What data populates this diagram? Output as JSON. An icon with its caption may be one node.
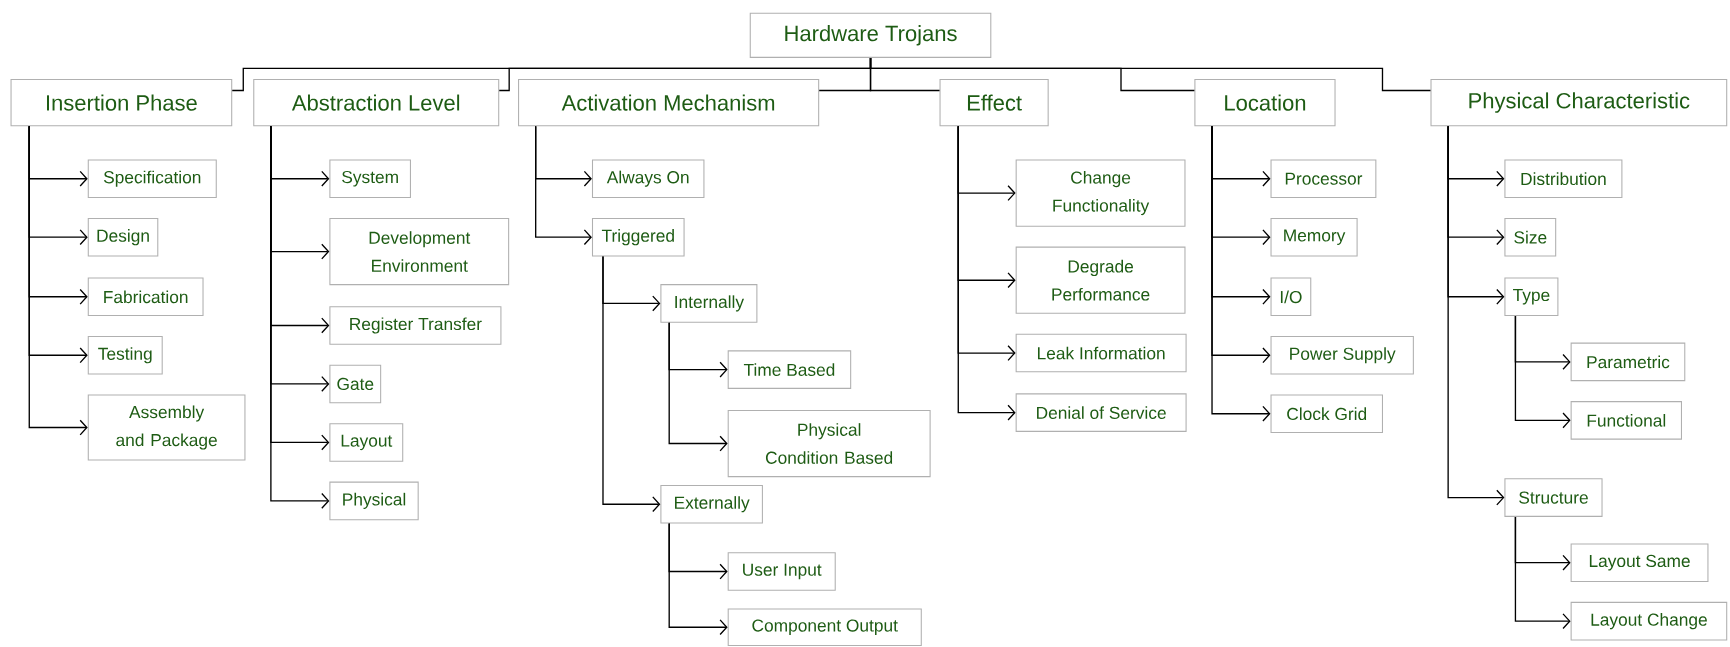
{
  "diagram": {
    "nodes": [
      {
        "text": [
          "Hardware Trojans"
        ]
      },
      {
        "text": [
          "Insertion Phase"
        ]
      },
      {
        "text": [
          "Abstraction Level"
        ]
      },
      {
        "text": [
          "Activation Mechanism"
        ]
      },
      {
        "text": [
          "Effect"
        ]
      },
      {
        "text": [
          "Location"
        ]
      },
      {
        "text": [
          "Physical Characteristic"
        ]
      },
      {
        "text": [
          "Specification"
        ]
      },
      {
        "text": [
          "Design"
        ]
      },
      {
        "text": [
          "Fabrication"
        ]
      },
      {
        "text": [
          "Testing"
        ]
      },
      {
        "text": [
          "Assembly and Package"
        ]
      },
      {
        "text": [
          "System"
        ]
      },
      {
        "text": [
          "Development Environment"
        ]
      },
      {
        "text": [
          "Register Transfer"
        ]
      },
      {
        "text": [
          "Gate"
        ]
      },
      {
        "text": [
          "Layout"
        ]
      },
      {
        "text": [
          "Physical"
        ]
      },
      {
        "text": [
          "Always On"
        ]
      },
      {
        "text": [
          "Triggered"
        ]
      },
      {
        "text": [
          "Internally"
        ]
      },
      {
        "text": [
          "Time Based"
        ]
      },
      {
        "text": [
          "Physical Condition Based"
        ]
      },
      {
        "text": [
          "Externally"
        ]
      },
      {
        "text": [
          "User Input"
        ]
      },
      {
        "text": [
          "Component Output"
        ]
      },
      {
        "text": [
          "Change Functionality"
        ]
      },
      {
        "text": [
          "Degrade Performance"
        ]
      },
      {
        "text": [
          "Leak Information"
        ]
      },
      {
        "text": [
          "Denial of Service"
        ]
      },
      {
        "text": [
          "Processor"
        ]
      },
      {
        "text": [
          "Memory"
        ]
      },
      {
        "text": [
          "I/O"
        ]
      },
      {
        "text": [
          "Power Supply"
        ]
      },
      {
        "text": [
          "Clock Grid"
        ]
      },
      {
        "text": [
          "Distribution"
        ]
      },
      {
        "text": [
          "Size"
        ]
      },
      {
        "text": [
          "Type"
        ]
      },
      {
        "text": [
          "Parametric"
        ]
      },
      {
        "text": [
          "Functional"
        ]
      },
      {
        "text": [
          "Structure"
        ]
      },
      {
        "text": [
          "Layout Same"
        ]
      },
      {
        "text": [
          "Layout Change"
        ]
      }
    ],
    "edges": [
      {
        "from": 0,
        "to": 1,
        "arrow": "none"
      },
      {
        "from": 0,
        "to": 2,
        "arrow": "none"
      },
      {
        "from": 0,
        "to": 3,
        "arrow": "none"
      },
      {
        "from": 0,
        "to": 4,
        "arrow": "none"
      },
      {
        "from": 0,
        "to": 5,
        "arrow": "none"
      },
      {
        "from": 0,
        "to": 6,
        "arrow": "none"
      },
      {
        "from": 1,
        "to": 7,
        "arrow": "to"
      },
      {
        "from": 1,
        "to": 8,
        "arrow": "to"
      },
      {
        "from": 1,
        "to": 9,
        "arrow": "to"
      },
      {
        "from": 1,
        "to": 10,
        "arrow": "to"
      },
      {
        "from": 1,
        "to": 11,
        "arrow": "to"
      },
      {
        "from": 2,
        "to": 12,
        "arrow": "to"
      },
      {
        "from": 2,
        "to": 13,
        "arrow": "to"
      },
      {
        "from": 2,
        "to": 14,
        "arrow": "to"
      },
      {
        "from": 2,
        "to": 15,
        "arrow": "to"
      },
      {
        "from": 2,
        "to": 16,
        "arrow": "to"
      },
      {
        "from": 2,
        "to": 17,
        "arrow": "to"
      },
      {
        "from": 3,
        "to": 18,
        "arrow": "to"
      },
      {
        "from": 3,
        "to": 19,
        "arrow": "to"
      },
      {
        "from": 19,
        "to": 20,
        "arrow": "to"
      },
      {
        "from": 20,
        "to": 21,
        "arrow": "to"
      },
      {
        "from": 20,
        "to": 22,
        "arrow": "to"
      },
      {
        "from": 19,
        "to": 23,
        "arrow": "to"
      },
      {
        "from": 23,
        "to": 24,
        "arrow": "to"
      },
      {
        "from": 23,
        "to": 25,
        "arrow": "to"
      },
      {
        "from": 4,
        "to": 26,
        "arrow": "to"
      },
      {
        "from": 4,
        "to": 27,
        "arrow": "to"
      },
      {
        "from": 4,
        "to": 28,
        "arrow": "to"
      },
      {
        "from": 4,
        "to": 29,
        "arrow": "to"
      },
      {
        "from": 5,
        "to": 30,
        "arrow": "to"
      },
      {
        "from": 5,
        "to": 31,
        "arrow": "to"
      },
      {
        "from": 5,
        "to": 32,
        "arrow": "to"
      },
      {
        "from": 5,
        "to": 33,
        "arrow": "to"
      },
      {
        "from": 5,
        "to": 34,
        "arrow": "to"
      },
      {
        "from": 6,
        "to": 35,
        "arrow": "to"
      },
      {
        "from": 6,
        "to": 36,
        "arrow": "to"
      },
      {
        "from": 6,
        "to": 37,
        "arrow": "to"
      },
      {
        "from": 37,
        "to": 38,
        "arrow": "to"
      },
      {
        "from": 37,
        "to": 39,
        "arrow": "to"
      },
      {
        "from": 6,
        "to": 40,
        "arrow": "to"
      },
      {
        "from": 40,
        "to": 41,
        "arrow": "to"
      },
      {
        "from": 40,
        "to": 42,
        "arrow": "to"
      }
    ]
  }
}
